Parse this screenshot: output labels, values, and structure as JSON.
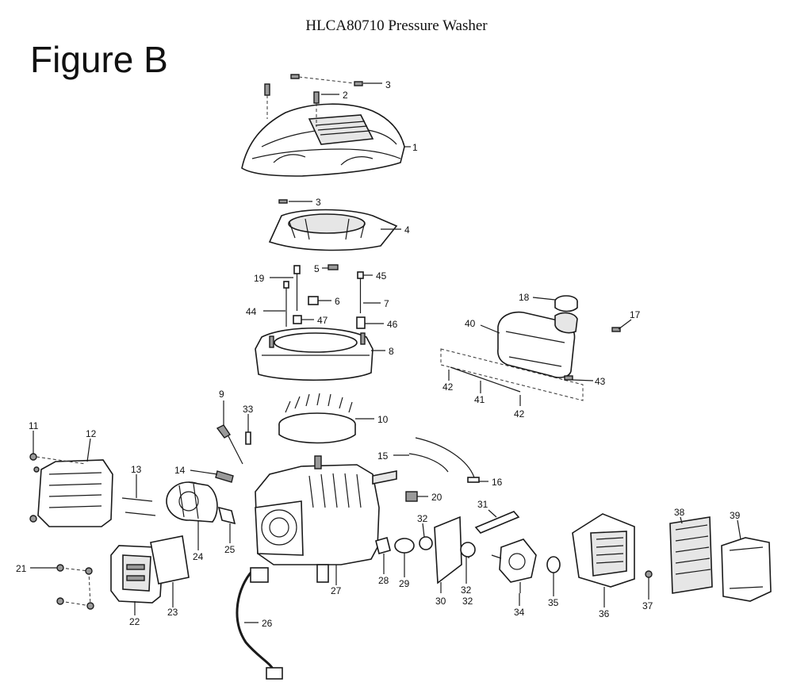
{
  "document_title": "HLCA80710 Pressure Washer",
  "figure_title": "Figure B",
  "callouts": [
    "1",
    "2",
    "3",
    "3",
    "4",
    "5",
    "45",
    "19",
    "6",
    "7",
    "44",
    "47",
    "46",
    "8",
    "18",
    "17",
    "40",
    "43",
    "42",
    "41",
    "42",
    "9",
    "33",
    "10",
    "11",
    "12",
    "13",
    "14",
    "15",
    "16",
    "20",
    "31",
    "32",
    "38",
    "39",
    "21",
    "24",
    "25",
    "28",
    "29",
    "32",
    "30",
    "32",
    "34",
    "35",
    "36",
    "37",
    "22",
    "23",
    "27",
    "26"
  ]
}
